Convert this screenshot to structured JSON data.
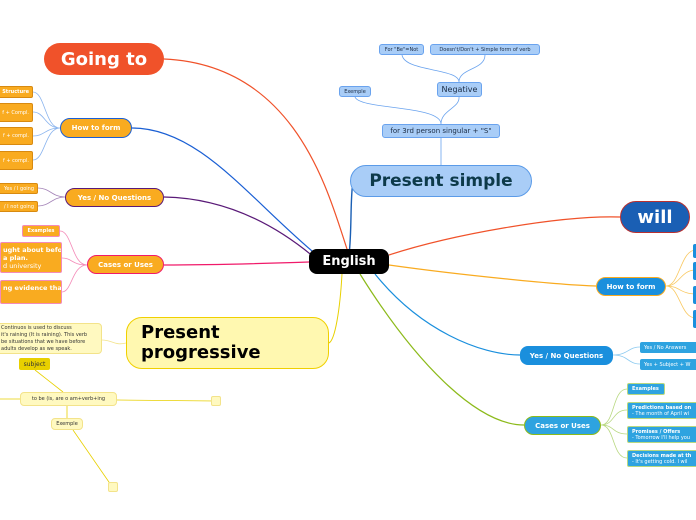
{
  "center": {
    "label": "English"
  },
  "going_to": {
    "label": "Going to",
    "how_to_form": {
      "label": "How to form",
      "items": [
        "Structure",
        "f + Compl.",
        "f + compl.",
        "f + compl."
      ]
    },
    "yes_no": {
      "label": "Yes / No Questions",
      "items": [
        "Yes / I going",
        "/ I not going"
      ]
    },
    "cases": {
      "label": "Cases or Uses",
      "examples": "Examples",
      "items": [
        {
          "title": "ught about before",
          "title2": "a plan.",
          "sub": "d university"
        },
        {
          "title": "ng evidence that",
          "title2": "",
          "sub": ""
        }
      ]
    }
  },
  "present_simple": {
    "label": "Present simple",
    "rule": "for 3rd person singular + \"S\"",
    "example": "Exemple",
    "negative": {
      "label": "Negative",
      "items": [
        "For \"Be\"=Not",
        "Doesn't/Don't + Simple form of verb"
      ]
    }
  },
  "will": {
    "label": "will",
    "how_to_form": {
      "label": "How to form"
    },
    "yes_no": {
      "label": "Yes / No Questions",
      "items": [
        "Yes / No Answers",
        "Yes + Subject + W"
      ]
    },
    "cases": {
      "label": "Cases or Uses",
      "examples": "Examples",
      "items": [
        {
          "title": "Predictions based on",
          "sub": "- The month of April wi"
        },
        {
          "title": "Promises / Offers",
          "sub": "- Tomorrow I'll help you"
        },
        {
          "title": "Decisions made at th",
          "sub": "- It's getting cold. I wil"
        }
      ]
    }
  },
  "present_progressive": {
    "label_line1": "Present",
    "label_line2": "progressive",
    "description": [
      "Continuos is used to discuss",
      "it's raining (It is raining). This verb",
      "be situations that we have before",
      "adults develop as we speak."
    ],
    "subject": "subject",
    "structure": "to be (is, are o am+verb+ing",
    "example": "Exemple"
  },
  "colors": {
    "going_to": "#f0522a",
    "present_simple": "#a9cdf7",
    "will": "#1a5fb4",
    "english": "#000000",
    "present_progressive": "#fff8b0",
    "orange_node": "#f9ab20",
    "blue_node": "#1a8fdd"
  }
}
